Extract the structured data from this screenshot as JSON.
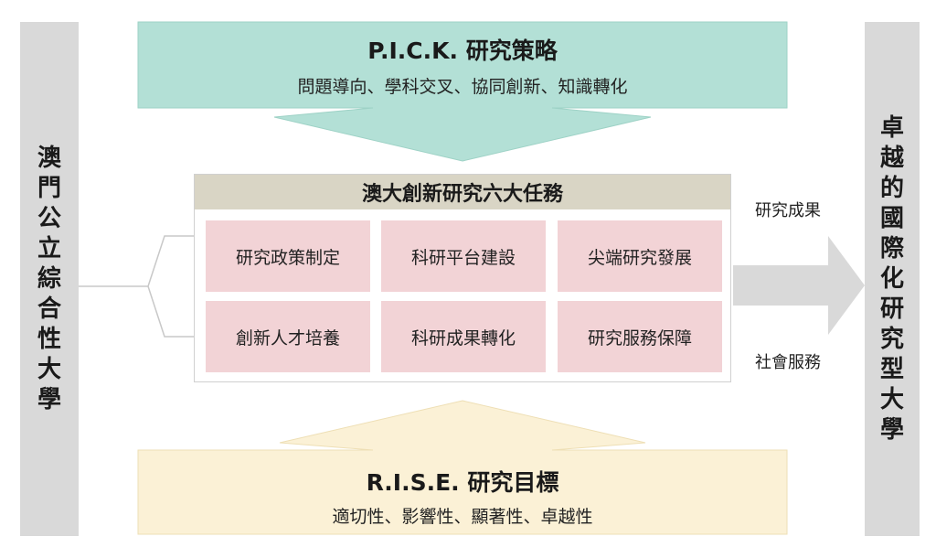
{
  "left_label": [
    "澳",
    "門",
    "公",
    "立",
    "綜",
    "合",
    "性",
    "大",
    "學"
  ],
  "right_label": [
    "卓",
    "越",
    "的",
    "國",
    "際",
    "化",
    "研",
    "究",
    "型",
    "大",
    "學"
  ],
  "top_banner": {
    "title": "P.I.C.K. 研究策略",
    "subtitle": "問題導向、學科交叉、協同創新、知識轉化"
  },
  "center": {
    "title": "澳大創新研究六大任務",
    "tasks": [
      "研究政策制定",
      "科研平台建設",
      "尖端研究發展",
      "創新人才培養",
      "科研成果轉化",
      "研究服務保障"
    ]
  },
  "bottom_banner": {
    "title": "R.I.S.E. 研究目標",
    "subtitle": "適切性、影響性、顯著性、卓越性"
  },
  "arrow_labels": {
    "top": "研究成果",
    "bottom": "社會服務"
  },
  "colors": {
    "top": "#b3e0d6",
    "bottom": "#fbf1d6",
    "task": "#f2d3d6",
    "header": "#d9d5c5",
    "gray": "#d9d9d9"
  }
}
